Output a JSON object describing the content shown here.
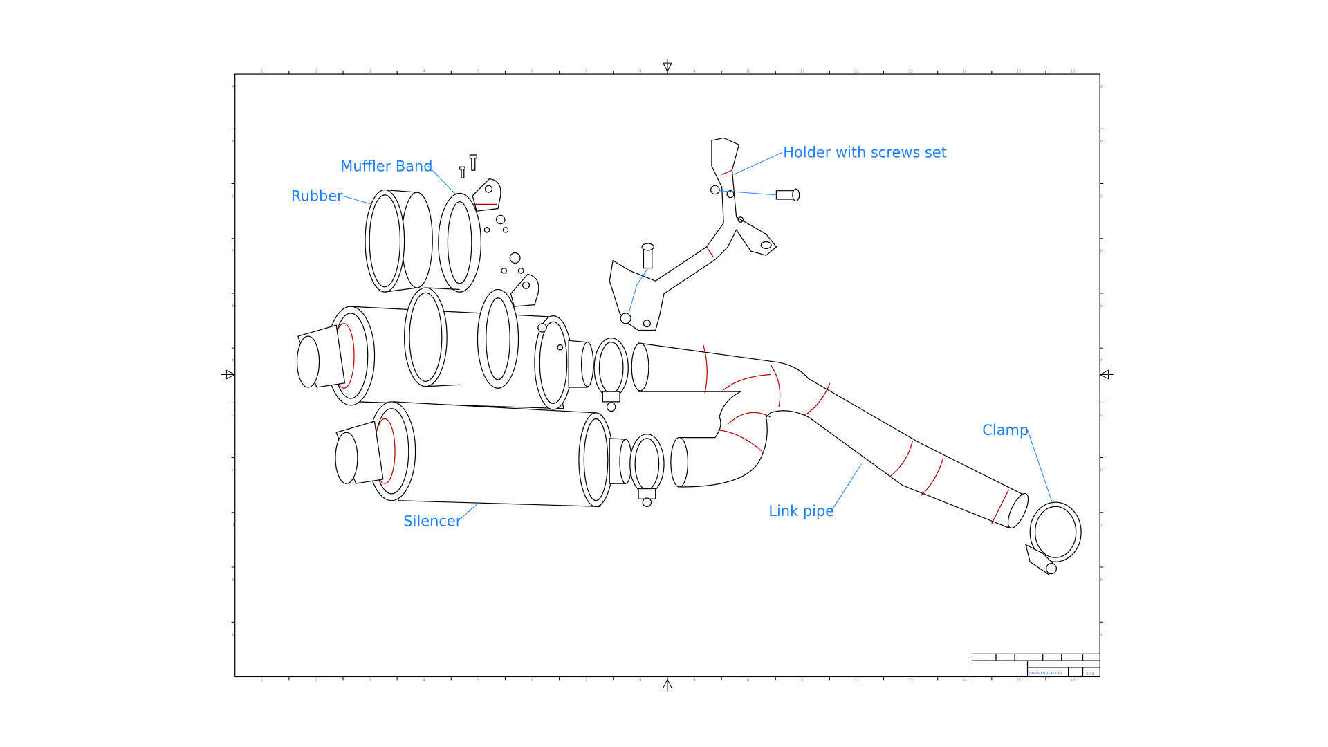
{
  "drawing": {
    "labels": {
      "muffler_band": "Muffler Band",
      "rubber": "Rubber",
      "holder": "Holder with screws set",
      "clamp": "Clamp",
      "link_pipe": "Link pipe",
      "silencer": "Silencer"
    },
    "zones": {
      "columns": [
        "1",
        "2",
        "3",
        "4",
        "5",
        "6",
        "7",
        "8",
        "9",
        "10",
        "11",
        "12",
        "13",
        "14",
        "15",
        "16"
      ],
      "rows": [
        "A",
        "B",
        "C",
        "D",
        "E",
        "F",
        "G",
        "H",
        "J",
        "K",
        "L"
      ]
    },
    "title_block": {
      "drawing_number": "DW15-KOD146 GP1",
      "sheet": "2 / 2"
    },
    "colors": {
      "label": "#1e80ff",
      "seam": "#b00000"
    }
  }
}
